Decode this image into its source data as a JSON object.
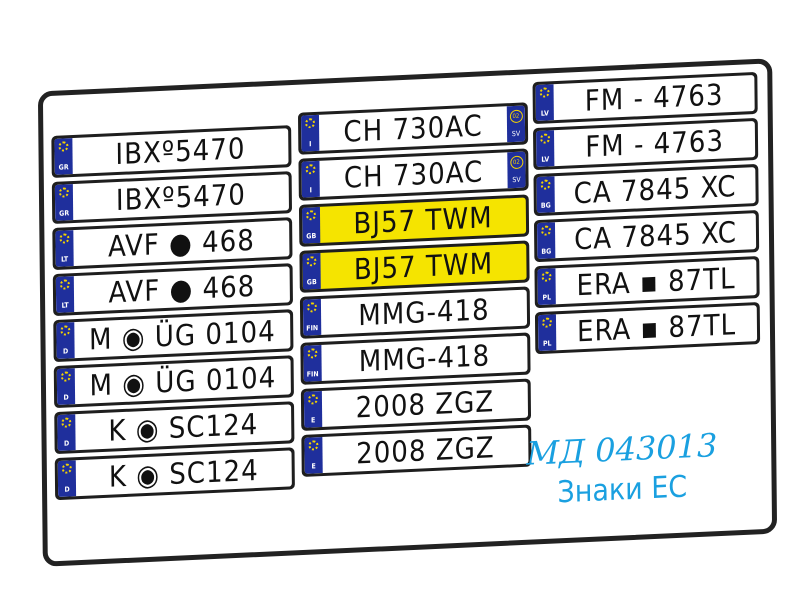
{
  "columns": [
    [
      {
        "c": "GR",
        "n": "IBXº5470"
      },
      {
        "c": "GR",
        "n": "IBXº5470"
      },
      {
        "c": "LT",
        "n": "AVF ● 468"
      },
      {
        "c": "LT",
        "n": "AVF ● 468"
      },
      {
        "c": "D",
        "n": "M ◉ ÜG 0104"
      },
      {
        "c": "D",
        "n": "M ◉ ÜG 0104"
      },
      {
        "c": "D",
        "n": "K ◉ SC124"
      },
      {
        "c": "D",
        "n": "K ◉ SC124"
      }
    ],
    [
      {
        "c": "I",
        "n": "CH 730AC",
        "side": "SV",
        "code": "02"
      },
      {
        "c": "I",
        "n": "CH 730AC",
        "side": "SV",
        "code": "02"
      },
      {
        "c": "GB",
        "n": "BJ57 TWM",
        "yellow": true
      },
      {
        "c": "GB",
        "n": "BJ57 TWM",
        "yellow": true
      },
      {
        "c": "FIN",
        "n": "MMG-418"
      },
      {
        "c": "FIN",
        "n": "MMG-418"
      },
      {
        "c": "E",
        "n": "2008 ZGZ"
      },
      {
        "c": "E",
        "n": "2008 ZGZ"
      }
    ],
    [
      {
        "c": "LV",
        "n": "FM - 4763"
      },
      {
        "c": "LV",
        "n": "FM - 4763"
      },
      {
        "c": "BG",
        "n": "CA 7845 XC"
      },
      {
        "c": "BG",
        "n": "CA 7845 XC"
      },
      {
        "c": "PL",
        "n": "ERA ▪ 87TL"
      },
      {
        "c": "PL",
        "n": "ERA ▪ 87TL"
      }
    ]
  ],
  "label": {
    "code": "МД 043013",
    "title": "Знаки ЕС"
  },
  "colors": {
    "eu_blue": "#1f2f9c",
    "yellow": "#f5e400",
    "label": "#1aa0e0"
  }
}
